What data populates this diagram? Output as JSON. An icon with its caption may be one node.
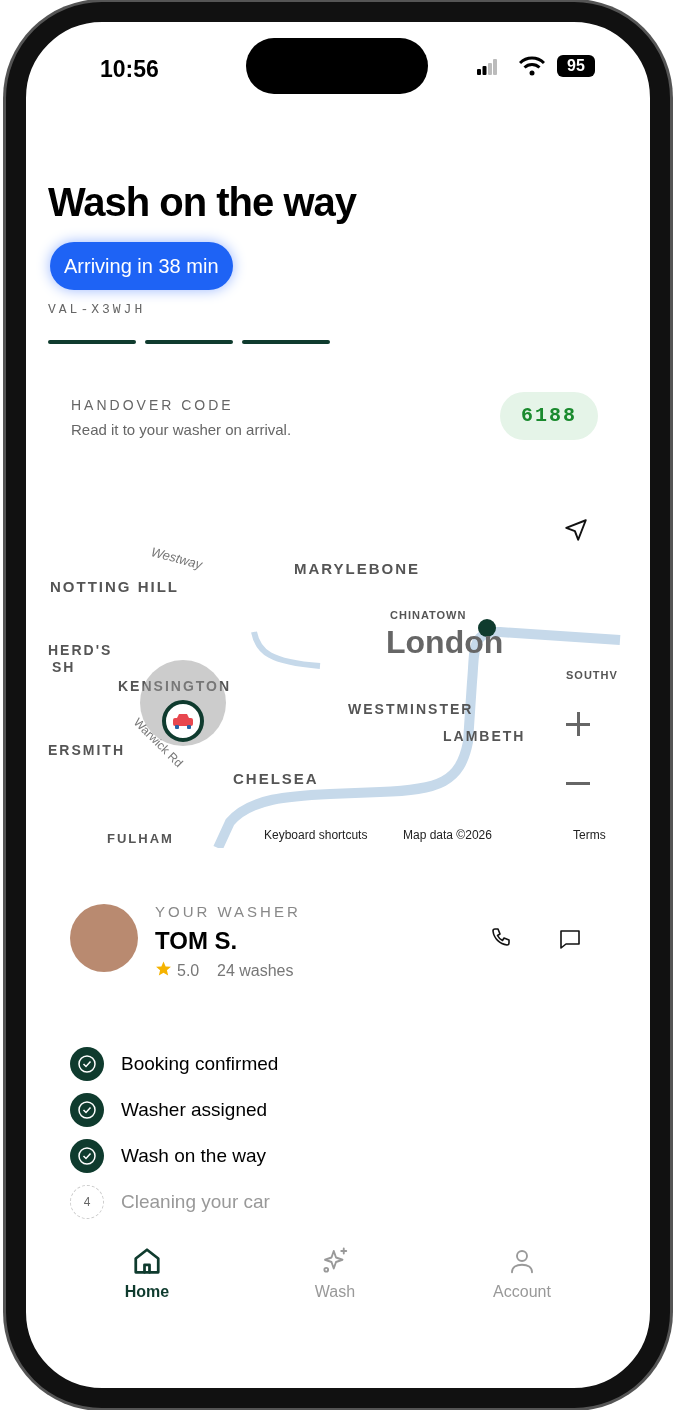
{
  "diagram": {
    "title": "Wash on the way",
    "nodes": [
      {
        "text": [
          "Arriving in 38 min"
        ]
      },
      {
        "text": [
          "HANDOVER CODE",
          "Read it to your washer on arrival."
        ]
      },
      {
        "text": [
          "6188"
        ],
        "in": 1
      },
      {
        "text": [
          "YOUR WASHER",
          "TOM S.",
          "5.0",
          "24 washes"
        ]
      },
      {
        "text": [
          "Booking confirmed"
        ]
      },
      {
        "text": [
          "Washer assigned"
        ]
      },
      {
        "text": [
          "Wash on the way"
        ]
      },
      {
        "text": [
          "4",
          "Cleaning your car"
        ]
      },
      {
        "text": [
          "Home"
        ]
      },
      {
        "text": [
          "Wash"
        ]
      },
      {
        "text": [
          "Account"
        ]
      }
    ],
    "labels": [
      "10:56",
      "95",
      "VAL-X3WJH",
      "Westway",
      "MARYLEBONE",
      "NOTTING HILL",
      "CHINATOWN",
      "London",
      "HERD'S",
      "SH",
      "KENSINGTON",
      "SOUTHV",
      "WESTMINSTER",
      "LAMBETH",
      "ERSMITH",
      "Warwick Rd",
      "CHELSEA",
      "FULHAM",
      "Keyboard shortcuts",
      "Map data ©2026",
      "Terms"
    ]
  }
}
